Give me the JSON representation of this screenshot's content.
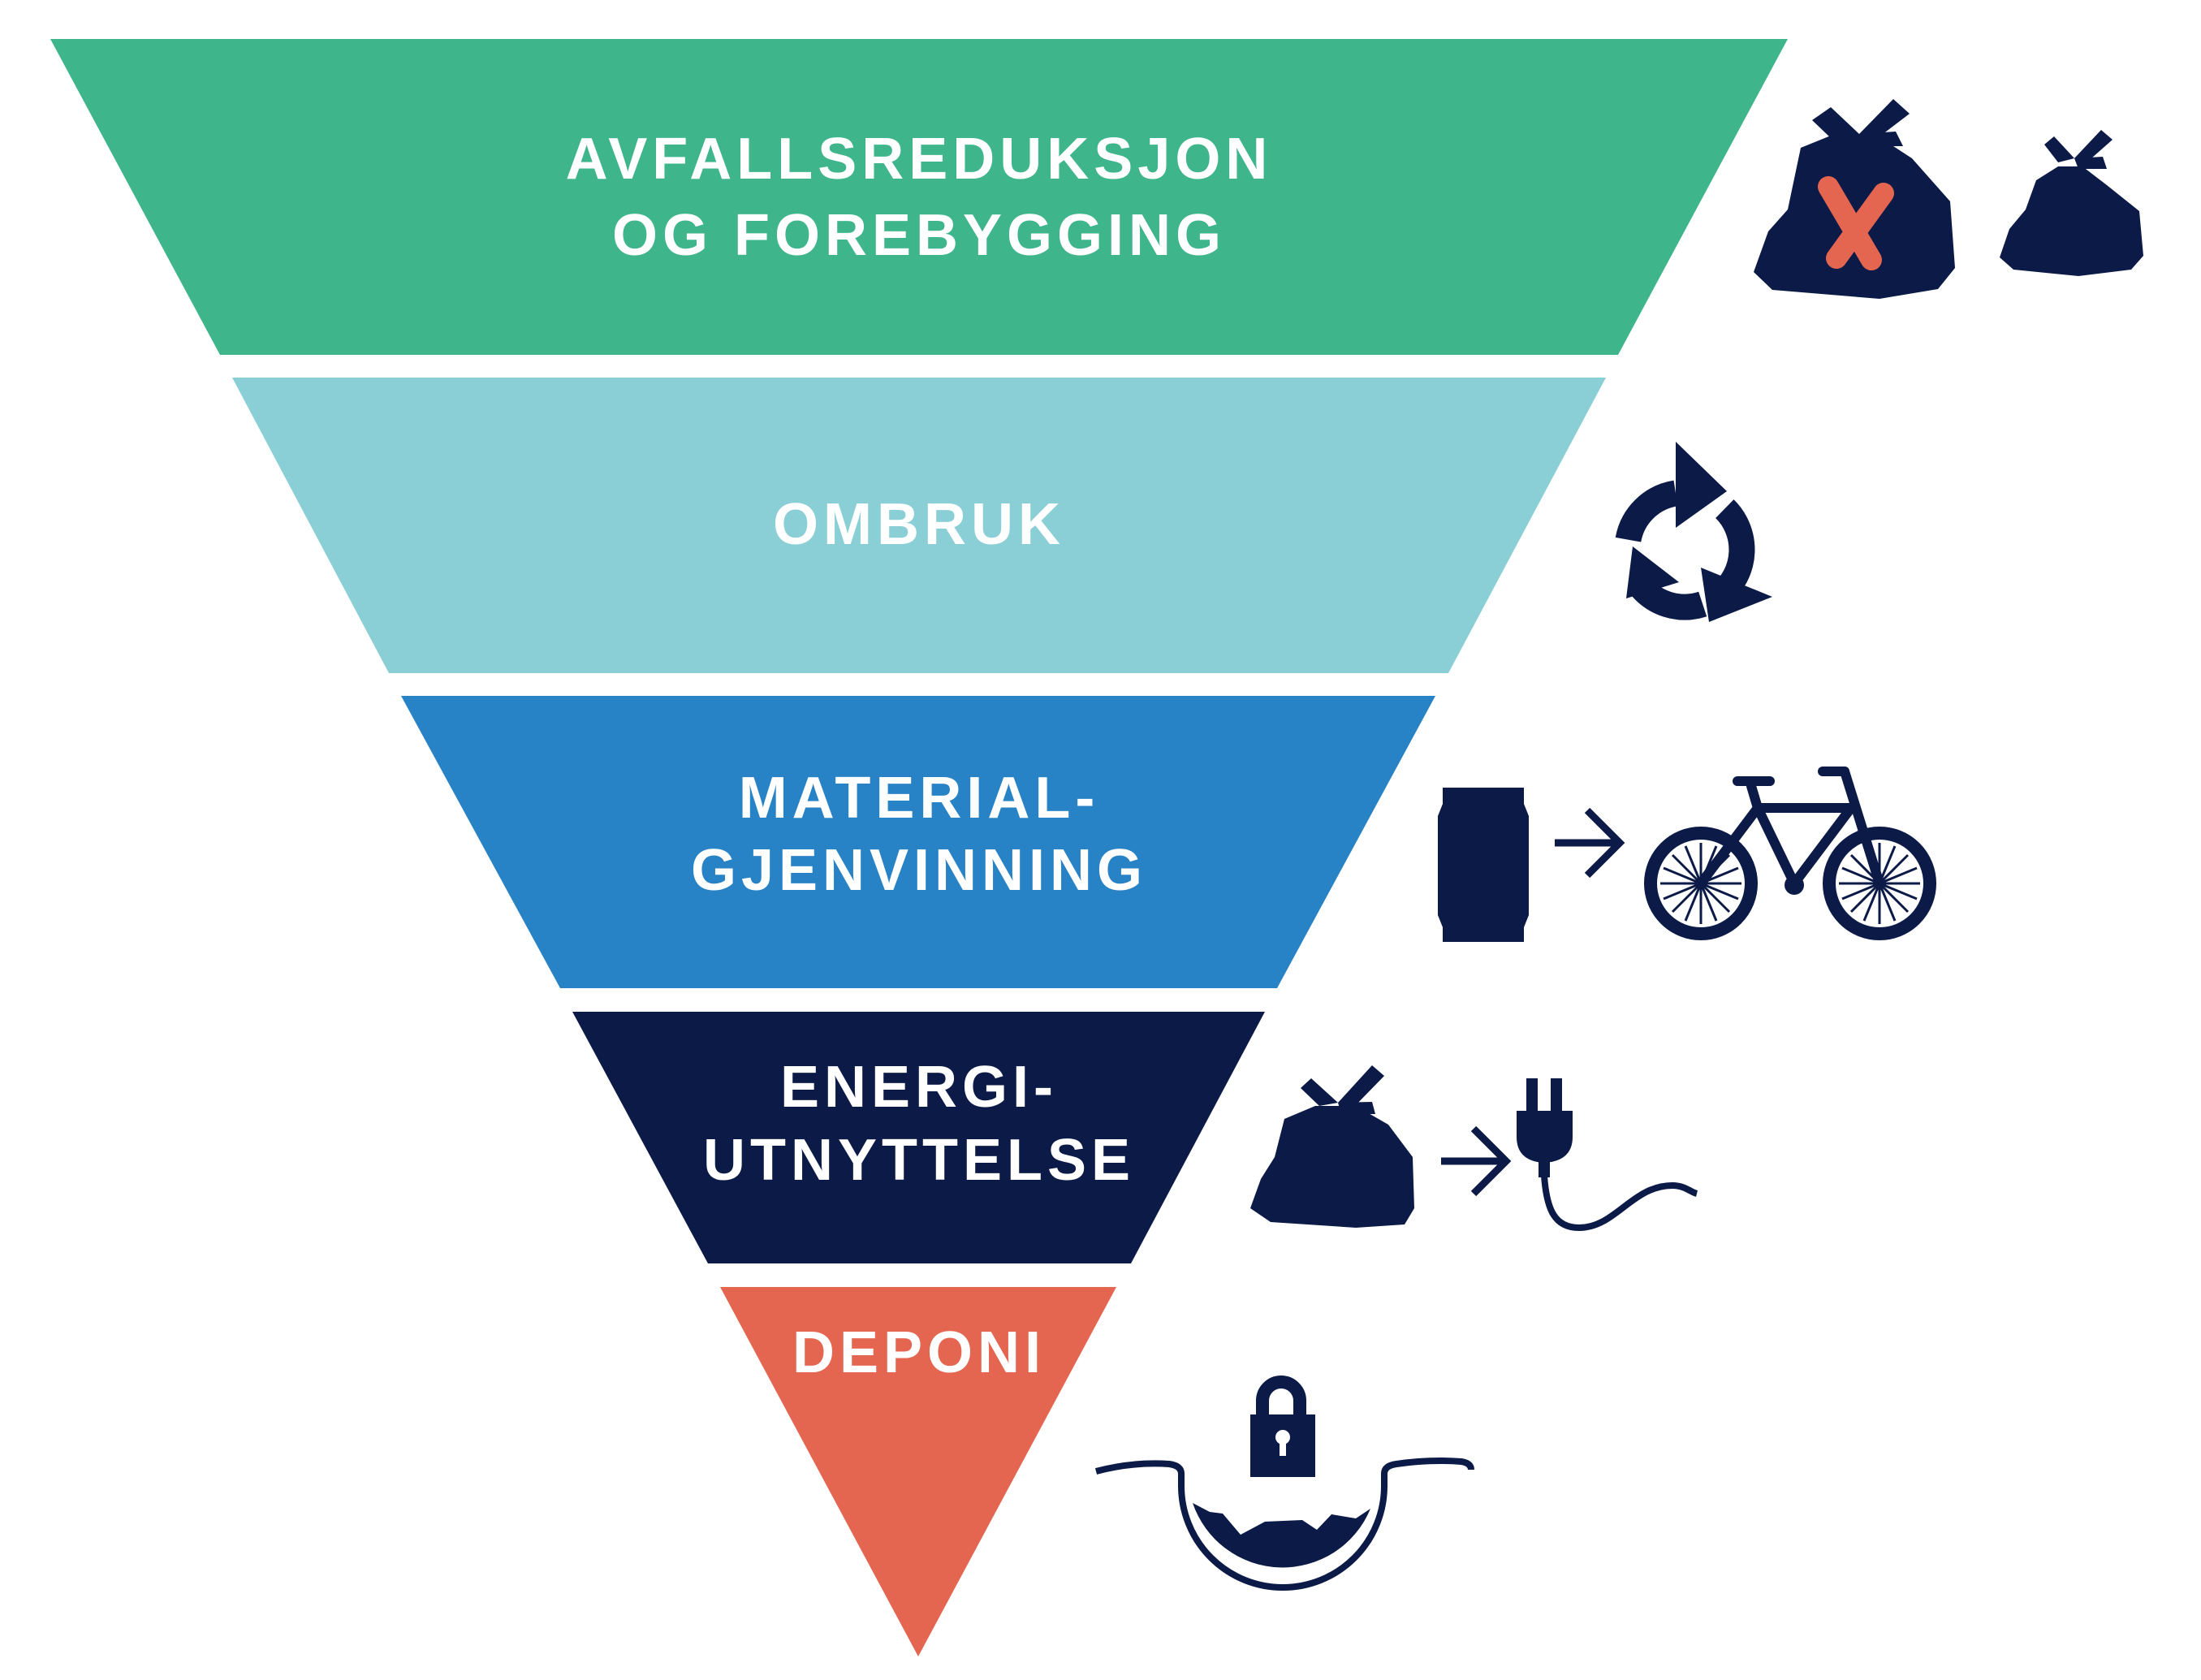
{
  "colors": {
    "tier1": "#3FB58B",
    "tier2": "#8ACED6",
    "tier3": "#2882C6",
    "tier4": "#0C1A47",
    "tier5": "#E56650",
    "icon": "#0C1A47",
    "accent": "#E56650",
    "label": "#FFFFFF"
  },
  "tiers": [
    {
      "lines": [
        "AVFALLSREDUKSJON",
        "OG FOREBYGGING"
      ],
      "icon": "trash-bags-crossed-icon"
    },
    {
      "lines": [
        "OMBRUK"
      ],
      "icon": "reuse-cycle-icon"
    },
    {
      "lines": [
        "MATERIAL-",
        "GJENVINNING"
      ],
      "icon": "can-to-bicycle-icon"
    },
    {
      "lines": [
        "ENERGI-",
        "UTNYTTELSE"
      ],
      "icon": "trash-to-power-plug-icon"
    },
    {
      "lines": [
        "DEPONI"
      ],
      "icon": "locked-landfill-icon"
    }
  ]
}
